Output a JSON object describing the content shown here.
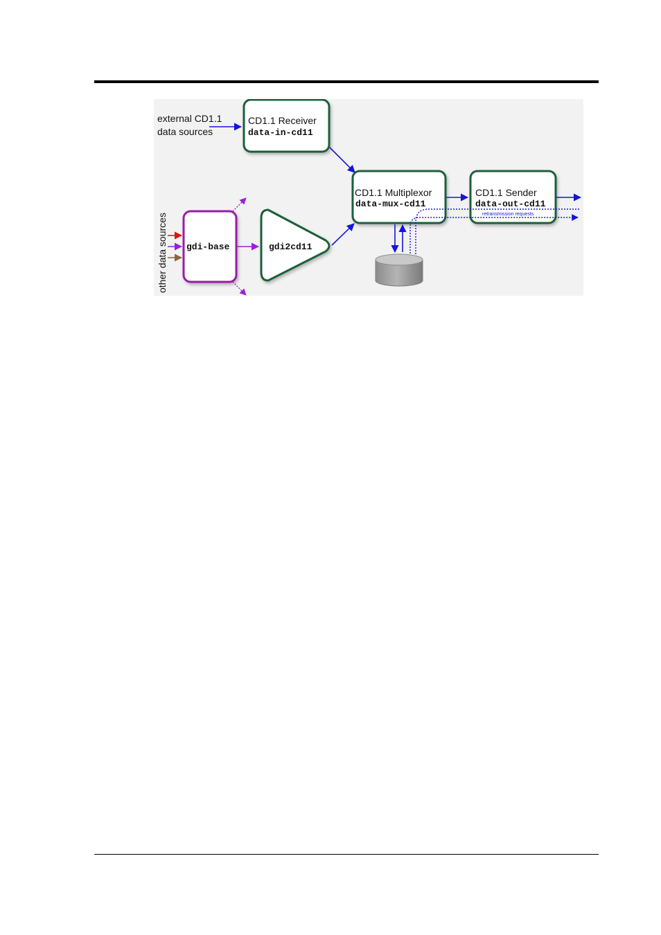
{
  "diagram": {
    "sources_label_line1": "external CD1.1",
    "sources_label_line2": "data sources",
    "other_sources_label": "other data sources",
    "receiver": {
      "title": "CD1.1 Receiver",
      "program": "data-in-cd11"
    },
    "multiplexor": {
      "title": "CD1.1 Multiplexor",
      "program": "data-mux-cd11"
    },
    "sender": {
      "title": "CD1.1 Sender",
      "program": "data-out-cd11"
    },
    "retransmission_label": "retransmission requests",
    "gdi_base": {
      "program": "gdi-base"
    },
    "gdi2cd11": {
      "program": "gdi2cd11"
    },
    "colors": {
      "background": "#f2f2f2",
      "cd11_box_border": "#1e5e3a",
      "gdi_box_border": "#9a1fa8",
      "flow_arrow": "#1414dc",
      "gdi_arrow": "#9a1fd8",
      "red_input": "#e01010",
      "brown_input": "#8a6440",
      "storage": "#9a9a9a"
    }
  }
}
